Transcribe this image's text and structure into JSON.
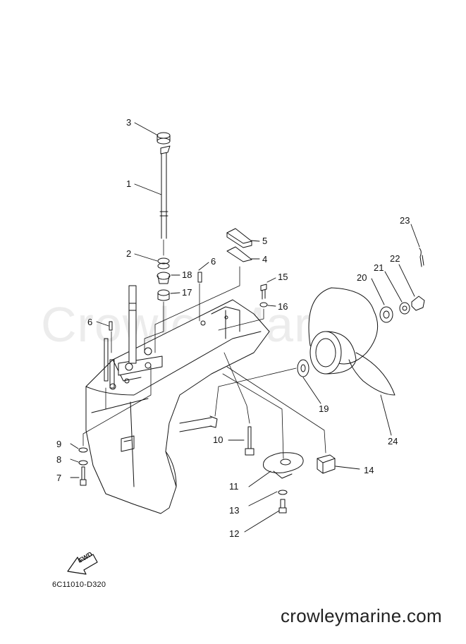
{
  "watermark": "CrowleyMarine",
  "diagram_code": "6C11010-D320",
  "brand": "crowleymarine.com",
  "fwd_label": "FWD",
  "callouts": [
    "1",
    "2",
    "3",
    "4",
    "5",
    "6",
    "6",
    "7",
    "8",
    "9",
    "10",
    "11",
    "12",
    "13",
    "14",
    "15",
    "16",
    "17",
    "18",
    "19",
    "20",
    "21",
    "22",
    "23",
    "24"
  ]
}
